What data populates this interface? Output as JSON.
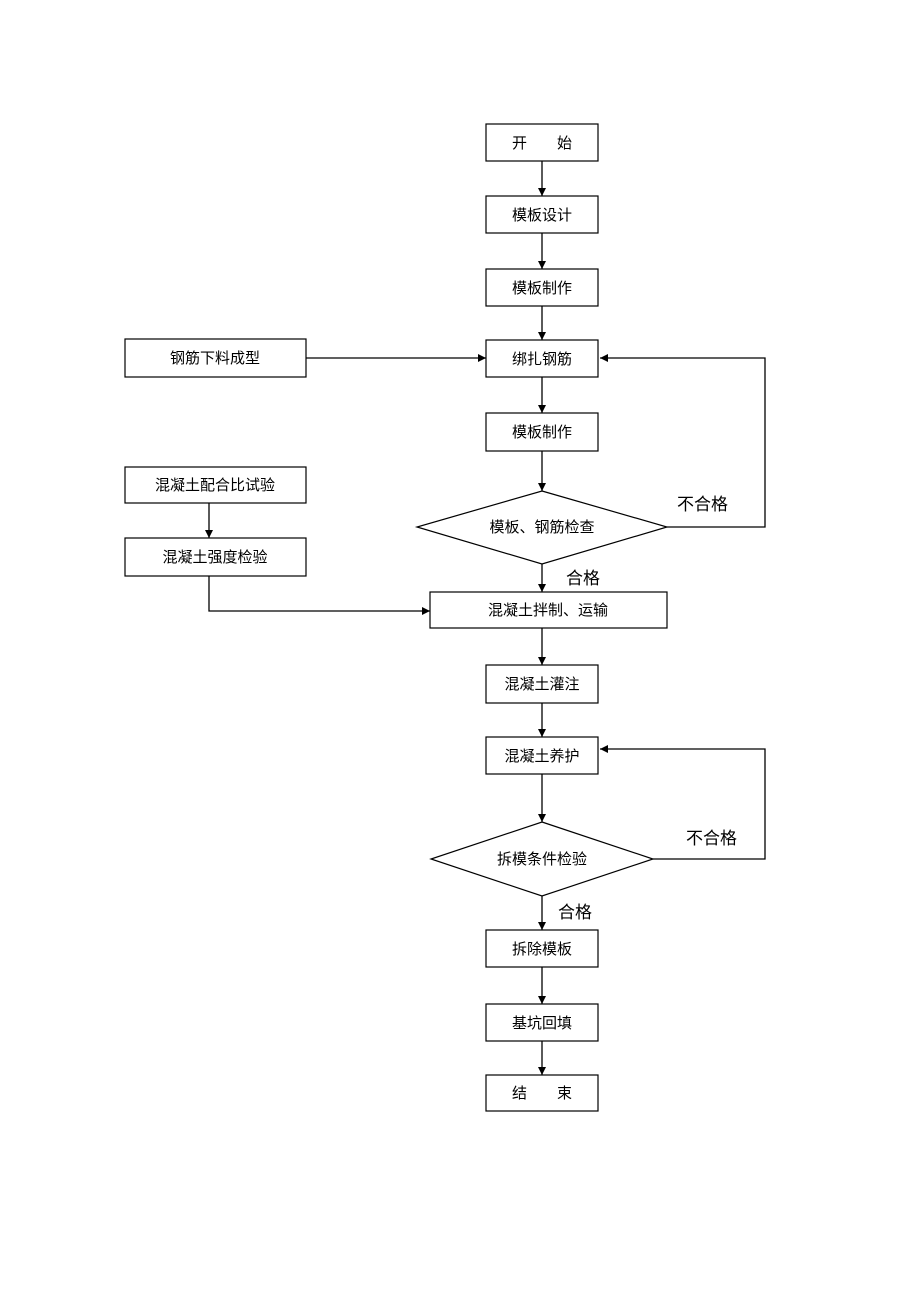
{
  "nodes": {
    "start": "开　　始",
    "template_design": "模板设计",
    "template_make_1": "模板制作",
    "rebar_cut": "钢筋下料成型",
    "bind_rebar": "绑扎钢筋",
    "template_make_2": "模板制作",
    "mix_test": "混凝土配合比试验",
    "strength_test": "混凝土强度检验",
    "inspect_template_rebar": "模板、钢筋检查",
    "mixing_transport": "混凝土拌制、运输",
    "pouring": "混凝土灌注",
    "curing": "混凝土养护",
    "demold_check": "拆模条件检验",
    "remove_template": "拆除模板",
    "backfill": "基坑回填",
    "end": "结　　束"
  },
  "edge_labels": {
    "fail_1": "不合格",
    "pass_1": "合格",
    "fail_2": "不合格",
    "pass_2": "合格"
  }
}
